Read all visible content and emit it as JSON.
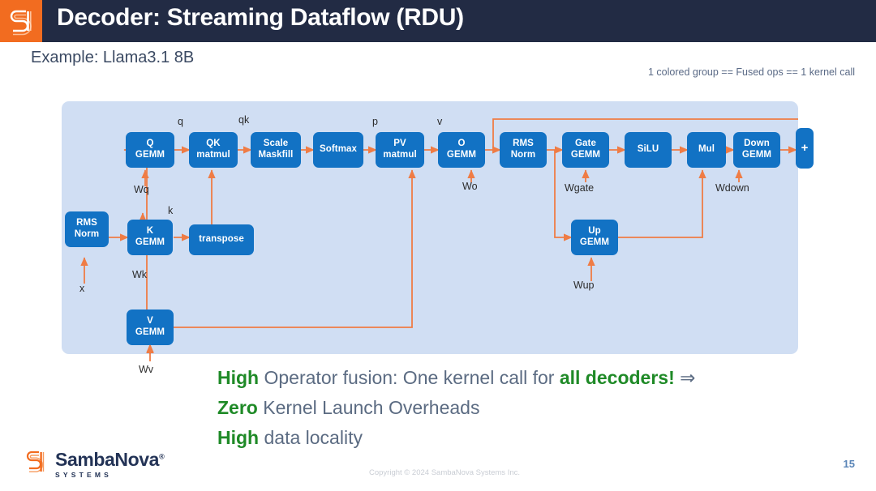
{
  "header": {
    "title": "Decoder: Streaming Dataflow (RDU)",
    "logo_icon": "sambanova-s-mark-icon",
    "bar_color": "#222b44",
    "logo_bg_color": "#f26c20"
  },
  "subtitle": "Example: Llama3.1 8B",
  "legend_note": "1 colored group == Fused ops == 1 kernel call",
  "diagram": {
    "panel_color": "#d0def3",
    "node_color": "#1272c4",
    "edge_color": "#ef7c45",
    "nodes": [
      {
        "id": "rms_norm_1",
        "line1": "RMS",
        "line2": "Norm"
      },
      {
        "id": "q_gemm",
        "line1": "Q",
        "line2": "GEMM"
      },
      {
        "id": "qk_matmul",
        "line1": "QK",
        "line2": "matmul"
      },
      {
        "id": "scale_mask",
        "line1": "Scale",
        "line2": "Maskfill"
      },
      {
        "id": "softmax",
        "line1": "Softmax",
        "line2": ""
      },
      {
        "id": "pv_matmul",
        "line1": "PV",
        "line2": "matmul"
      },
      {
        "id": "o_gemm",
        "line1": "O",
        "line2": "GEMM"
      },
      {
        "id": "rms_norm_2",
        "line1": "RMS",
        "line2": "Norm"
      },
      {
        "id": "gate_gemm",
        "line1": "Gate",
        "line2": "GEMM"
      },
      {
        "id": "silu",
        "line1": "SiLU",
        "line2": ""
      },
      {
        "id": "mul",
        "line1": "Mul",
        "line2": ""
      },
      {
        "id": "down_gemm",
        "line1": "Down",
        "line2": "GEMM"
      },
      {
        "id": "add",
        "line1": "+",
        "line2": ""
      },
      {
        "id": "k_gemm",
        "line1": "K",
        "line2": "GEMM"
      },
      {
        "id": "transpose",
        "line1": "transpose",
        "line2": ""
      },
      {
        "id": "v_gemm",
        "line1": "V",
        "line2": "GEMM"
      },
      {
        "id": "up_gemm",
        "line1": "Up",
        "line2": "GEMM"
      }
    ],
    "edge_labels": [
      {
        "id": "q",
        "text": "q"
      },
      {
        "id": "qk",
        "text": "qk"
      },
      {
        "id": "p",
        "text": "p"
      },
      {
        "id": "v",
        "text": "v"
      },
      {
        "id": "k",
        "text": "k"
      },
      {
        "id": "x",
        "text": "x"
      },
      {
        "id": "wq",
        "text": "Wq"
      },
      {
        "id": "wk",
        "text": "Wk"
      },
      {
        "id": "wv",
        "text": "Wv"
      },
      {
        "id": "wo",
        "text": "Wo"
      },
      {
        "id": "wgate",
        "text": "Wgate"
      },
      {
        "id": "wup",
        "text": "Wup"
      },
      {
        "id": "wdown",
        "text": "Wdown"
      }
    ]
  },
  "bullets": [
    {
      "keyword": "High",
      "rest": " Operator fusion: One kernel call for ",
      "emphasis": "all decoders!",
      "suffix": " ⇒"
    },
    {
      "keyword": "Zero",
      "rest": " Kernel Launch Overheads",
      "emphasis": "",
      "suffix": ""
    },
    {
      "keyword": "High",
      "rest": " data locality",
      "emphasis": "",
      "suffix": ""
    }
  ],
  "bullet_keyword_color": "#1f8a27",
  "footer": {
    "brand_name": "SambaNova",
    "brand_reg": "®",
    "brand_sub": "SYSTEMS",
    "copyright": "Copyright © 2024 SambaNova Systems Inc.",
    "page_number": "15",
    "logo_icon": "sambanova-s-mark-icon"
  }
}
